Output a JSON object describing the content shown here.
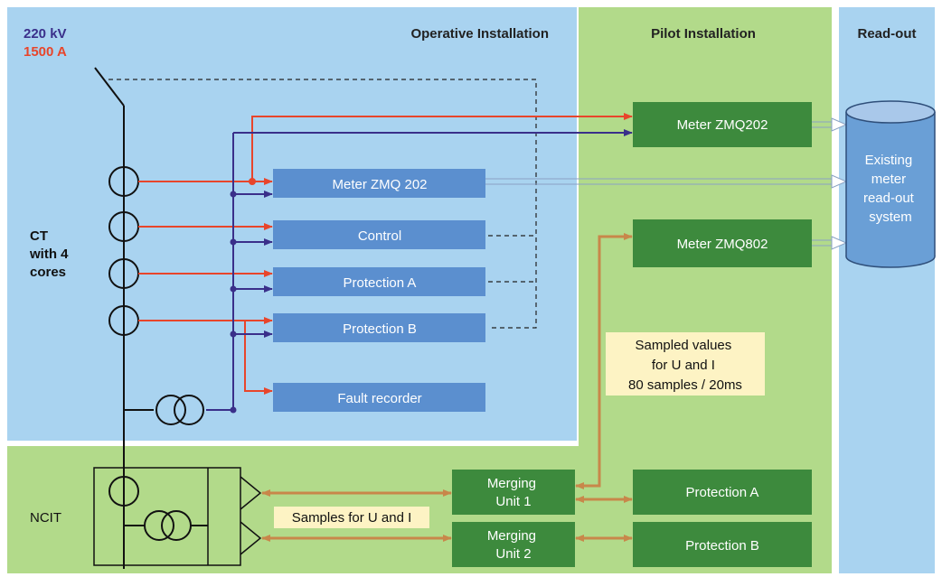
{
  "voltage": {
    "label": "220 kV",
    "color": "#3a2f8a"
  },
  "current": {
    "label": "1500 A",
    "color": "#e8452b"
  },
  "zones": {
    "operative": {
      "label": "Operative Installation",
      "color": "#a9d3f0"
    },
    "pilot": {
      "label": "Pilot Installation",
      "color": "#b2da8a"
    },
    "readout": {
      "label": "Read-out",
      "color": "#a9d3f0"
    }
  },
  "ct_label": [
    "CT",
    "with 4",
    "cores"
  ],
  "ncit_label": "NCIT",
  "blue_boxes": {
    "meter_zmq202_op": "Meter ZMQ 202",
    "control": "Control",
    "protection_a": "Protection A",
    "protection_b": "Protection B",
    "fault_recorder": "Fault recorder"
  },
  "green_boxes": {
    "meter_zmq202": "Meter ZMQ202",
    "meter_zmq802": "Meter ZMQ802",
    "merging_unit_1": [
      "Merging",
      "Unit 1"
    ],
    "merging_unit_2": [
      "Merging",
      "Unit 2"
    ],
    "protection_a": "Protection A",
    "protection_b": "Protection B"
  },
  "readout_system": [
    "Existing",
    "meter",
    "read-out",
    "system"
  ],
  "sampled_values_note": [
    "Sampled values",
    "for U and I",
    "80 samples / 20ms"
  ],
  "samples_note": "Samples for U and I",
  "colors": {
    "blue_box": "#5b8fcf",
    "green_box": "#3d8a3d",
    "note_bg": "#fdf3c4",
    "cylinder": "#6a9fd6",
    "bidir_arrow": "#c8874a",
    "hollow_arrow": "#9fb7d6"
  }
}
